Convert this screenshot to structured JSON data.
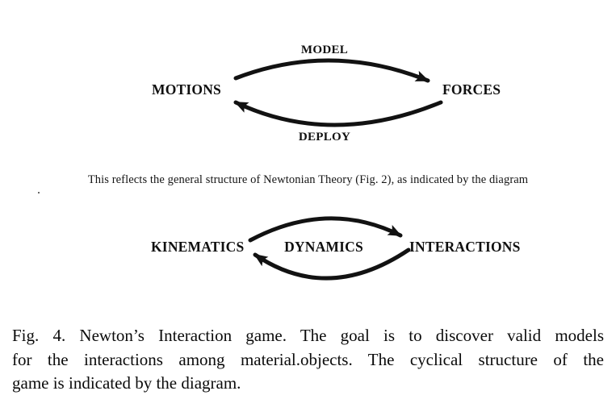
{
  "page": {
    "background": "#ffffff",
    "ink": "#121212"
  },
  "top_cycle": {
    "left_node": "MOTIONS",
    "right_node": "FORCES",
    "forward_label": "MODEL",
    "reverse_label": "DEPLOY"
  },
  "connector_text": "This reflects the general structure of Newtonian Theory (Fig. 2), as indicated by the diagram",
  "bottom_cycle": {
    "left_node": "KINEMATICS",
    "center_label": "DYNAMICS",
    "right_node": "INTERACTIONS"
  },
  "caption": {
    "line1": "Fig. 4. Newton’s Interaction game. The goal is to discover valid models",
    "line2": "for the interactions among material.objects. The cyclical structure of the",
    "line3": "game is indicated by the diagram."
  }
}
